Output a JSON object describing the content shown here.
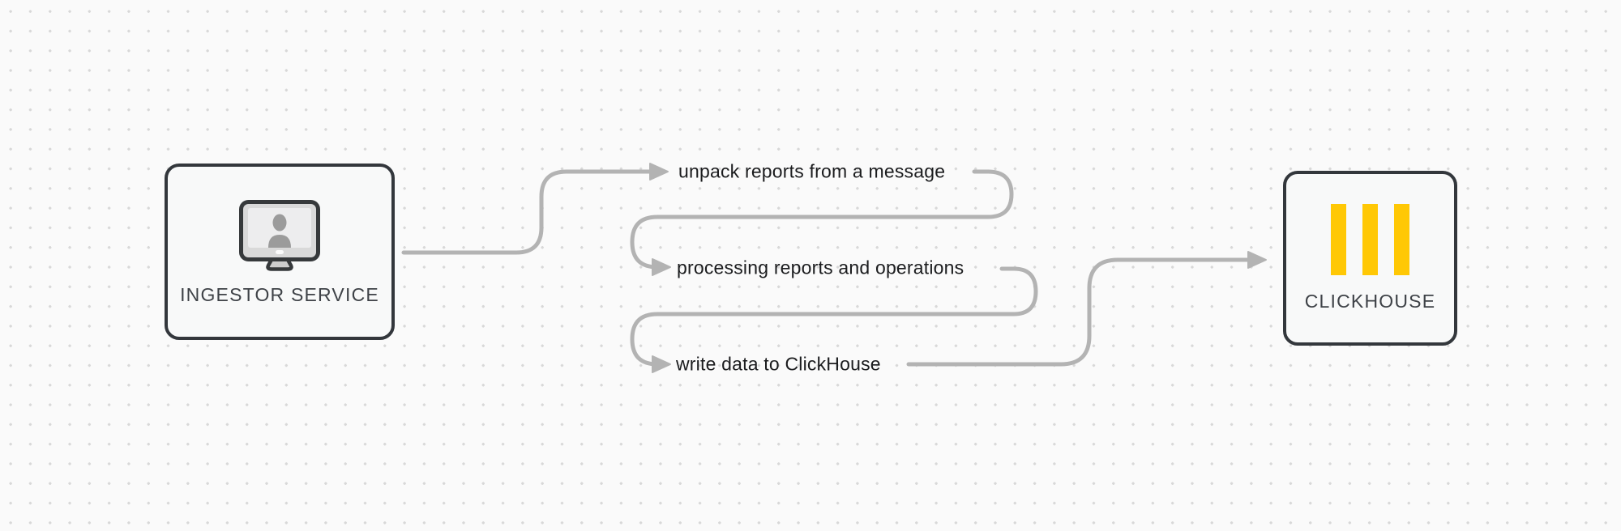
{
  "diagram": {
    "nodes": [
      {
        "id": "ingestor",
        "label": "INGESTOR SERVICE",
        "icon": "monitor-user-icon"
      },
      {
        "id": "clickhouse",
        "label": "CLICKHOUSE",
        "icon": "clickhouse-bars-icon"
      }
    ],
    "steps": [
      "unpack reports from a message",
      "processing reports and operations",
      "write data to ClickHouse"
    ]
  },
  "icons": {
    "ingestor_icon": "monitor-user-icon",
    "clickhouse_icon": "clickhouse-bars-icon",
    "connector_arrow": "arrow-right-icon"
  },
  "colors": {
    "background": "#fafafa",
    "grid_dot": "#d8d8d8",
    "node_border": "#33373c",
    "node_fill": "#f8f9f9",
    "node_label_text": "#3e4247",
    "connector": "#b3b3b3",
    "step_text": "#1b1c1e",
    "clickhouse_bar_yellow": "#ffc805",
    "monitor_bezel": "#d9d9d9",
    "monitor_screen": "#ededee",
    "monitor_silhouette": "#9b9b9b"
  }
}
